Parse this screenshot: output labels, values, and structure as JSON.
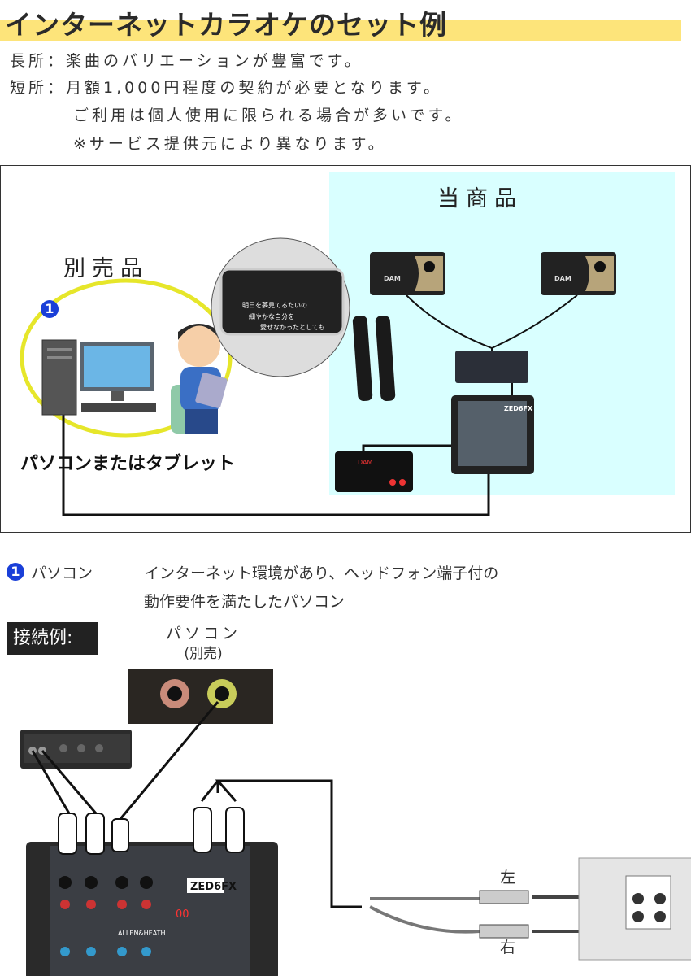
{
  "title": "インターネットカラオケのセット例",
  "pros": {
    "label": "長所：",
    "text": "楽曲のバリエーションが豊富です。"
  },
  "cons": {
    "label": "短所：",
    "lines": [
      "月額1,000円程度の契約が必要となります。",
      "ご利用は個人使用に限られる場合が多いです。",
      "※サービス提供元により異なります。"
    ]
  },
  "diagram": {
    "included_label": "当商品",
    "separate_label": "別売品",
    "badge": "1",
    "device_caption": "パソコンまたはタブレット",
    "lyrics": [
      "明日を夢見てるたいの",
      "細やかな自分を",
      "愛せなかったとしても"
    ],
    "speaker_brand": "DAM",
    "mixer_model": "ZED6FX"
  },
  "item1": {
    "badge": "1",
    "name": "パソコン",
    "desc": [
      "インターネット環境があり、ヘッドフォン端子付の",
      "動作要件を満たしたパソコン"
    ]
  },
  "connection": {
    "heading": "接続例:",
    "pc_label": "パソコン",
    "pc_sub": "(別売)",
    "left": "左",
    "right": "右",
    "mixer_model": "ZED6FX",
    "mixer_brand": "ALLEN&HEATH",
    "display": "00"
  },
  "colors": {
    "highlight": "#fde47a",
    "included_bg": "#d9ffff",
    "badge": "#1a3fd8",
    "oval": "#e6e62a"
  }
}
